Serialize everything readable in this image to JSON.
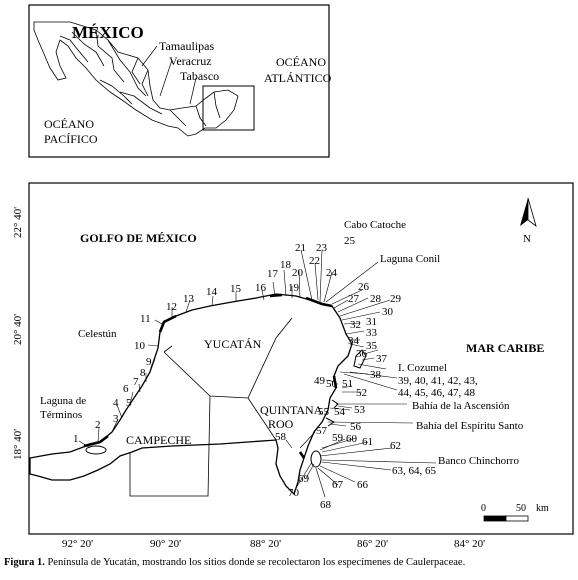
{
  "inset": {
    "country": "MÉXICO",
    "states": [
      "Tamaulipas",
      "Veracruz",
      "Tabasco"
    ],
    "atlantic": [
      "OCÉANO",
      "ATLÁNTICO"
    ],
    "pacific": [
      "OCÉANO",
      "PACÍFICO"
    ]
  },
  "main": {
    "gulf": "GOLFO DE MÉXICO",
    "caribbean": "MAR CARIBE",
    "regions": {
      "yucatan": "YUCATÁN",
      "campeche": "CAMPECHE",
      "quintana_roo_1": "QUINTANA",
      "quintana_roo_2": "ROO"
    },
    "places": {
      "cabo_catoche": "Cabo Catoche",
      "laguna_conil": "Laguna Conil",
      "celestun": "Celestún",
      "laguna_terminos_1": "Laguna de",
      "laguna_terminos_2": "Términos",
      "cozumel": "I. Cozumel",
      "ascension": "Bahía de la Ascensión",
      "espiritu_santo": "Bahía del Espíritu Santo",
      "chinchorro": "Banco Chinchorro"
    },
    "site_groups": {
      "g39_43": "39, 40, 41, 42, 43,",
      "g44_48": "44, 45, 46, 47, 48",
      "g63_65": "63, 64, 65"
    },
    "sites": [
      "1",
      "2",
      "3",
      "4",
      "5",
      "6",
      "7",
      "8",
      "9",
      "10",
      "11",
      "12",
      "13",
      "14",
      "15",
      "16",
      "17",
      "18",
      "19",
      "20",
      "21",
      "22",
      "23",
      "24",
      "25",
      "26",
      "27",
      "28",
      "29",
      "30",
      "31",
      "32",
      "33",
      "34",
      "35",
      "36",
      "37",
      "38",
      "49",
      "50",
      "51",
      "52",
      "53",
      "54",
      "55",
      "56",
      "57",
      "58",
      "59",
      "60",
      "61",
      "62",
      "66",
      "67",
      "68",
      "69",
      "70"
    ],
    "lat_labels": [
      "22° 40'",
      "20° 40'",
      "18° 40'"
    ],
    "lon_labels": [
      "92° 20'",
      "90° 20'",
      "88° 20'",
      "86° 20'",
      "84° 20'"
    ],
    "north": "N",
    "scale": {
      "zero": "0",
      "max": "50",
      "unit": "km"
    }
  },
  "caption": {
    "prefix": "Figura 1.",
    "text": " Península de Yucatán, mostrando los sitios donde se recolectaron los especímenes de Caulerpaceae."
  }
}
